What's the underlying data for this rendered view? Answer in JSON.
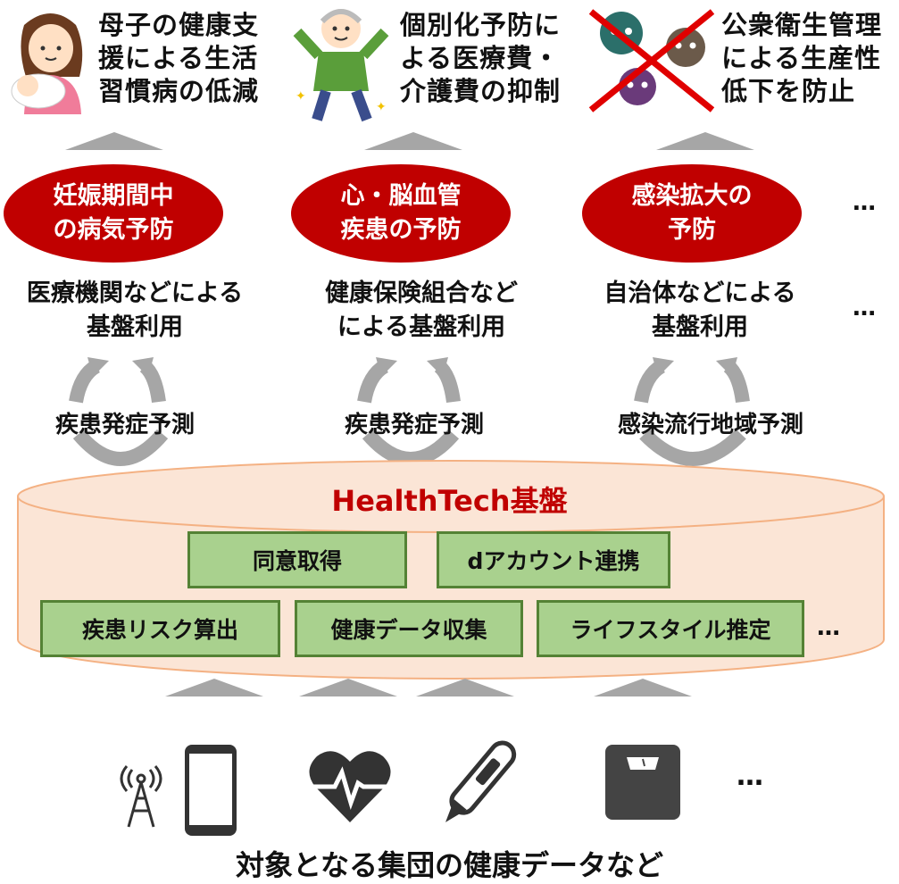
{
  "outcomes": [
    {
      "text": "母子の健康支\n援による生活\n習慣病の低減",
      "icon": "mother-baby-icon"
    },
    {
      "text": "個別化予防に\nよる医療費・\n介護費の抑制",
      "icon": "elderly-man-icon"
    },
    {
      "text": "公衆衛生管理\nによる生産性\n低下を防止",
      "icon": "crossed-germs-icon"
    }
  ],
  "goals": [
    "妊娠期間中\nの病気予防",
    "心・脳血管\n疾患の予防",
    "感染拡大の\n予防"
  ],
  "usage": [
    "医療機関などによる\n基盤利用",
    "健康保険組合など\nによる基盤利用",
    "自治体などによる\n基盤利用"
  ],
  "predictions": [
    "疾患発症予測",
    "疾患発症予測",
    "感染流行地域予測"
  ],
  "platform": {
    "title": "HealthTech基盤",
    "modules_top": [
      "同意取得",
      "dアカウント連携"
    ],
    "modules_bottom": [
      "疾患リスク算出",
      "健康データ収集",
      "ライフスタイル推定"
    ]
  },
  "ellipsis": "…",
  "devices": [
    "antenna-icon",
    "smartphone-icon",
    "heart-pulse-icon",
    "thermometer-icon",
    "scale-icon"
  ],
  "footer": "対象となる集団の健康データなど",
  "colors": {
    "accent": "#c00000",
    "module_fill": "#a9d18e",
    "module_border": "#548235",
    "platform_fill": "#fbe5d6",
    "arrow": "#a6a6a6"
  }
}
